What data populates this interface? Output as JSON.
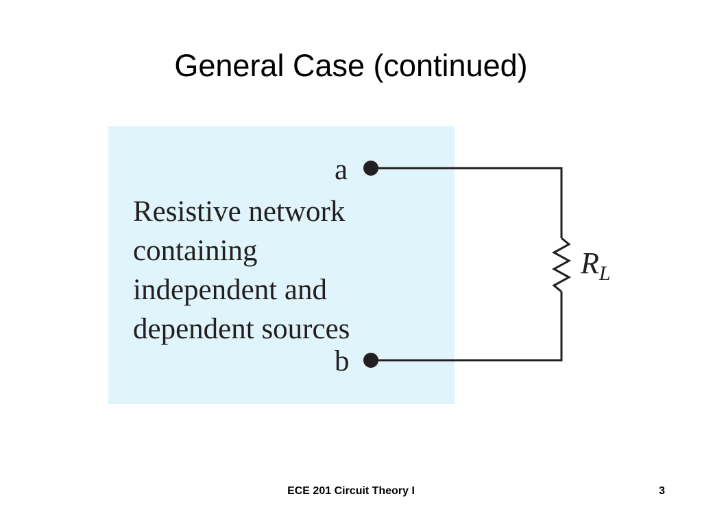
{
  "slide": {
    "title": "General Case (continued)",
    "footer": "ECE 201 Circuit Theory I",
    "page_number": "3"
  },
  "diagram": {
    "network_lines": [
      "Resistive network",
      "containing",
      "independent and",
      "dependent sources"
    ],
    "terminal_a": "a",
    "terminal_b": "b",
    "load_symbol": "R",
    "load_subscript": "L",
    "box_fill": "#e0f4fb",
    "wire_color": "#231f20"
  }
}
